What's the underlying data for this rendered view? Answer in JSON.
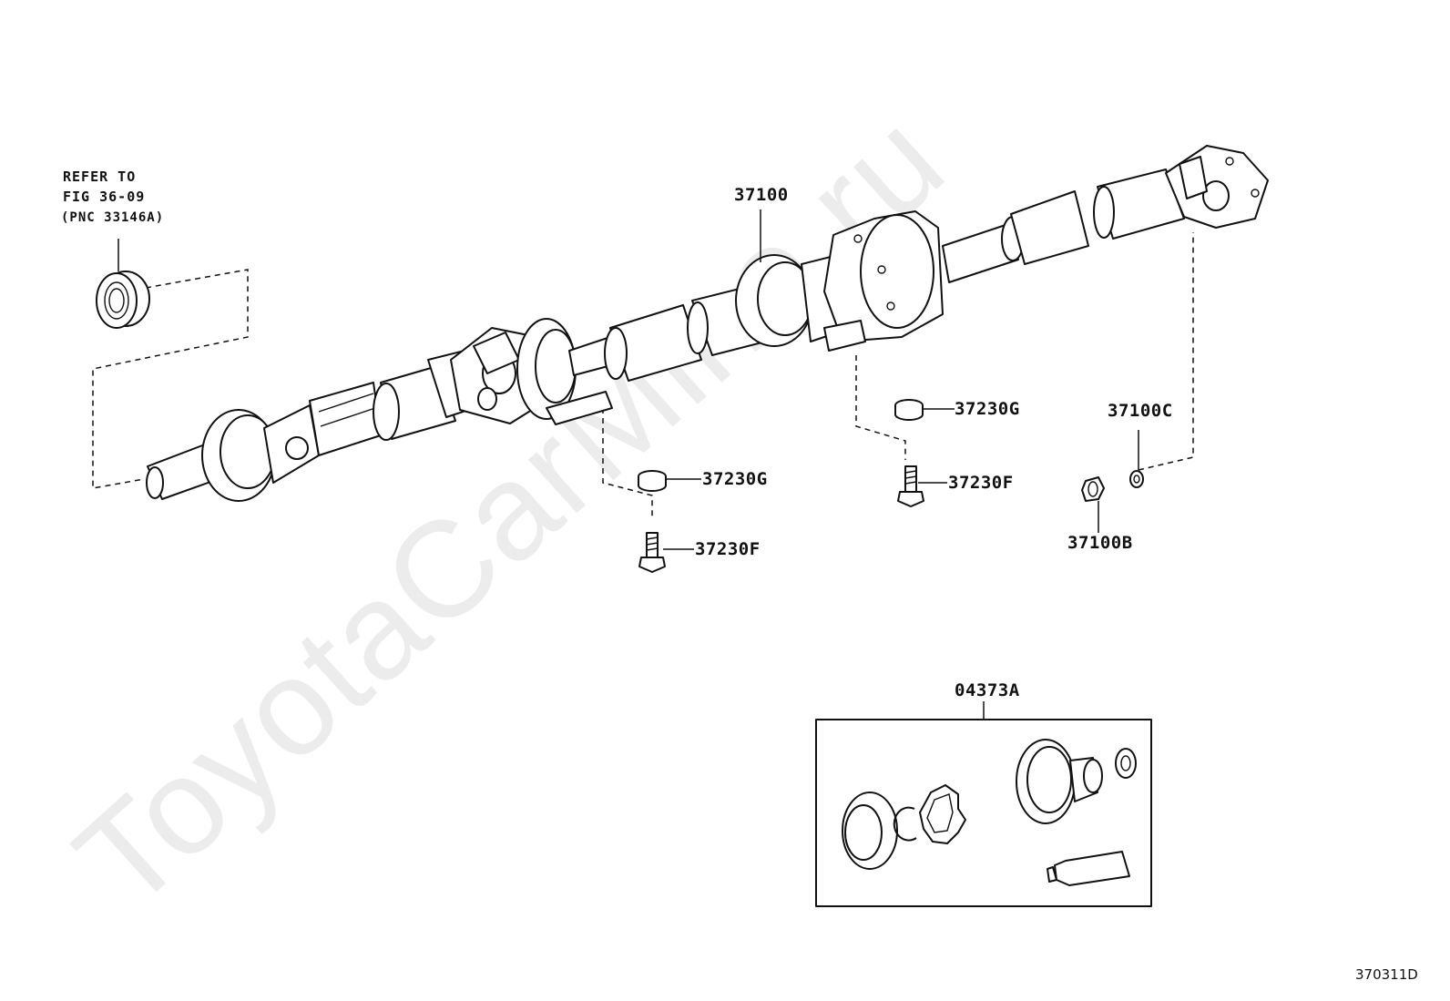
{
  "watermark": "ToyotaCarMine.ru",
  "refer_note": {
    "line1": "REFER TO",
    "line2": "FIG 36-09",
    "line3": "(PNC 33146A)"
  },
  "callouts": {
    "propeller_shaft": "37100",
    "center_bearing_cushion_front": "37230G",
    "center_bearing_bolt_front": "37230F",
    "center_bearing_cushion_rear": "37230G",
    "center_bearing_bolt_rear": "37230F",
    "washer": "37100C",
    "nut": "37100B",
    "joint_kit": "04373A"
  },
  "figure_number": "370311D"
}
